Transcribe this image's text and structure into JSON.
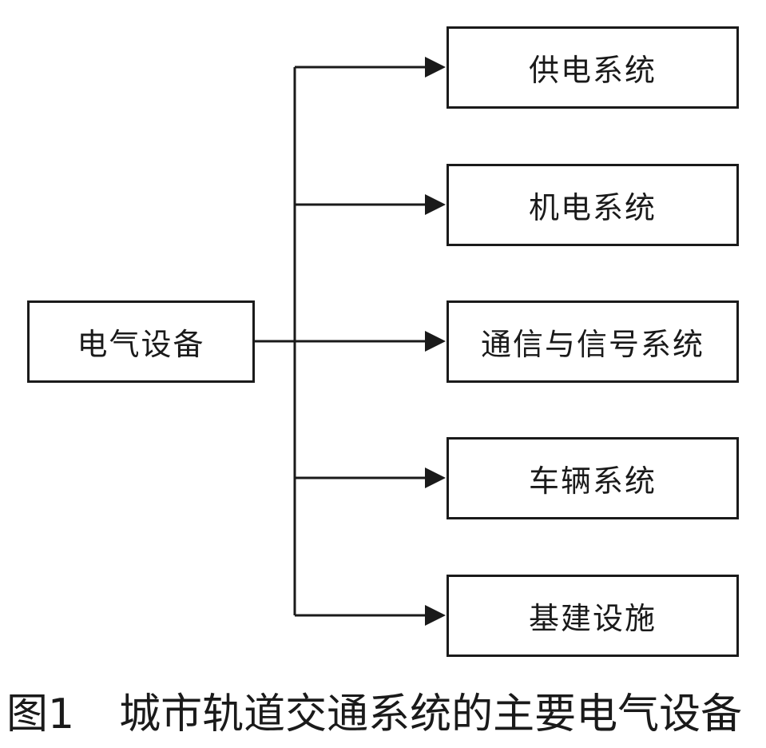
{
  "root": {
    "label": "电气设备"
  },
  "children": [
    {
      "label": "供电系统"
    },
    {
      "label": "机电系统"
    },
    {
      "label": "通信与信号系统"
    },
    {
      "label": "车辆系统"
    },
    {
      "label": "基建设施"
    }
  ],
  "caption": {
    "number": "图1",
    "text": "城市轨道交通系统的主要电气设备"
  },
  "colors": {
    "stroke": "#1a1a1a",
    "background": "#ffffff"
  }
}
